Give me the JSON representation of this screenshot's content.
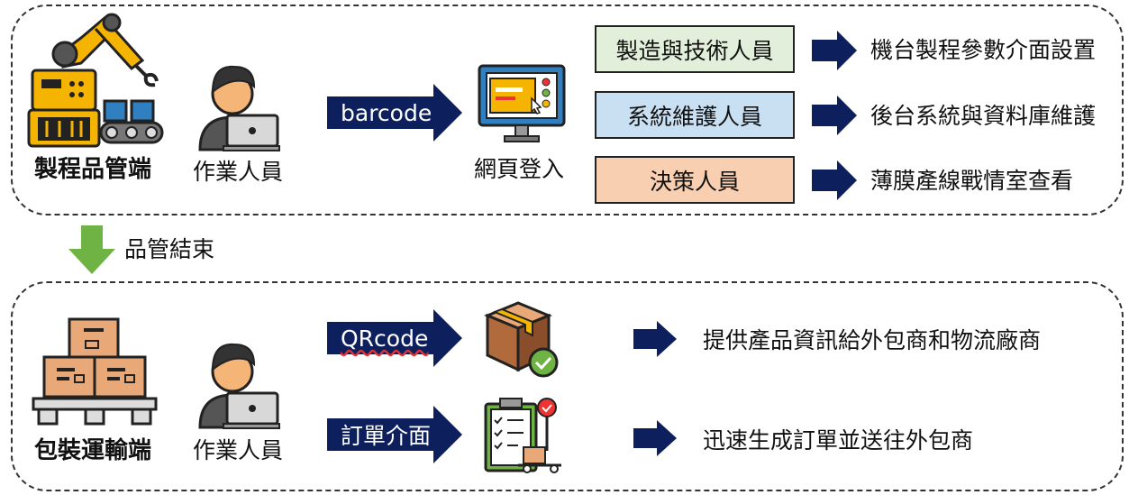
{
  "top_section": {
    "station_label": "製程品管端",
    "operator_label": "作業人員",
    "input_method": "barcode",
    "login_label": "網頁登入",
    "roles": [
      {
        "name": "製造與技術人員",
        "function": "機台製程參數介面設置",
        "color": "#e2efda"
      },
      {
        "name": "系統維護人員",
        "function": "後台系統與資料庫維護",
        "color": "#c9dff2"
      },
      {
        "name": "決策人員",
        "function": "薄膜產線戰情室查看",
        "color": "#f8cfb1"
      }
    ]
  },
  "transition": {
    "label": "品管結束",
    "arrow_color": "#6eb343"
  },
  "bottom_section": {
    "station_label": "包裝運輸端",
    "operator_label": "作業人員",
    "flows": [
      {
        "input": "QRcode",
        "result": "提供產品資訊給外包商和物流廠商"
      },
      {
        "input": "訂單介面",
        "result": "迅速生成訂單並送往外包商"
      }
    ]
  },
  "colors": {
    "navy_arrow": "#0d1f5c",
    "dashed_border": "#333333"
  }
}
